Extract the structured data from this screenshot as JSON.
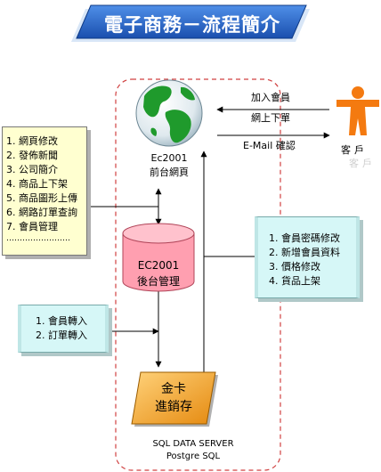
{
  "title": "電子商務－流程簡介",
  "nodes": {
    "frontend": {
      "line1": "Ec2001",
      "line2": "前台網頁"
    },
    "backend": {
      "line1": "EC2001",
      "line2": "後台管理"
    },
    "card": {
      "line1": "金卡",
      "line2": "進銷存"
    },
    "customer": {
      "label": "客戶",
      "shadow_label": "客戶"
    }
  },
  "arrows": {
    "join": {
      "line1": "加入會員",
      "line2": "網上下單"
    },
    "email": "E-Mail 確認"
  },
  "database": {
    "line1": "SQL DATA SERVER",
    "line2": "Postgre SQL"
  },
  "frontend_tasks": {
    "items": [
      "1. 網頁修改",
      "2. 發佈新聞",
      "3. 公司簡介",
      "4. 商品上下架",
      "5. 商品圖形上傳",
      "6. 網路訂單查詢",
      "7. 會員管理"
    ],
    "ellipsis": "……………………"
  },
  "backend_tasks": {
    "items": [
      "1. 會員密碼修改",
      "2. 新增會員資料",
      "3. 價格修改",
      "4. 貨品上架"
    ]
  },
  "import_tasks": {
    "items": [
      "1. 會員轉入",
      "2. 訂單轉入"
    ]
  },
  "colors": {
    "title_bg": "#1f5fbf",
    "title_text": "#ffffff",
    "dashed_border": "#d04040",
    "cylinder": "#ff9fb0",
    "card": "#f39c1e",
    "person": "#f47a10",
    "yellow_note": "#ffffd0",
    "cyan_note": "#d6f7f7"
  },
  "icons": [
    "globe-icon",
    "person-icon",
    "database-cylinder-icon",
    "card-parallelogram-icon"
  ]
}
